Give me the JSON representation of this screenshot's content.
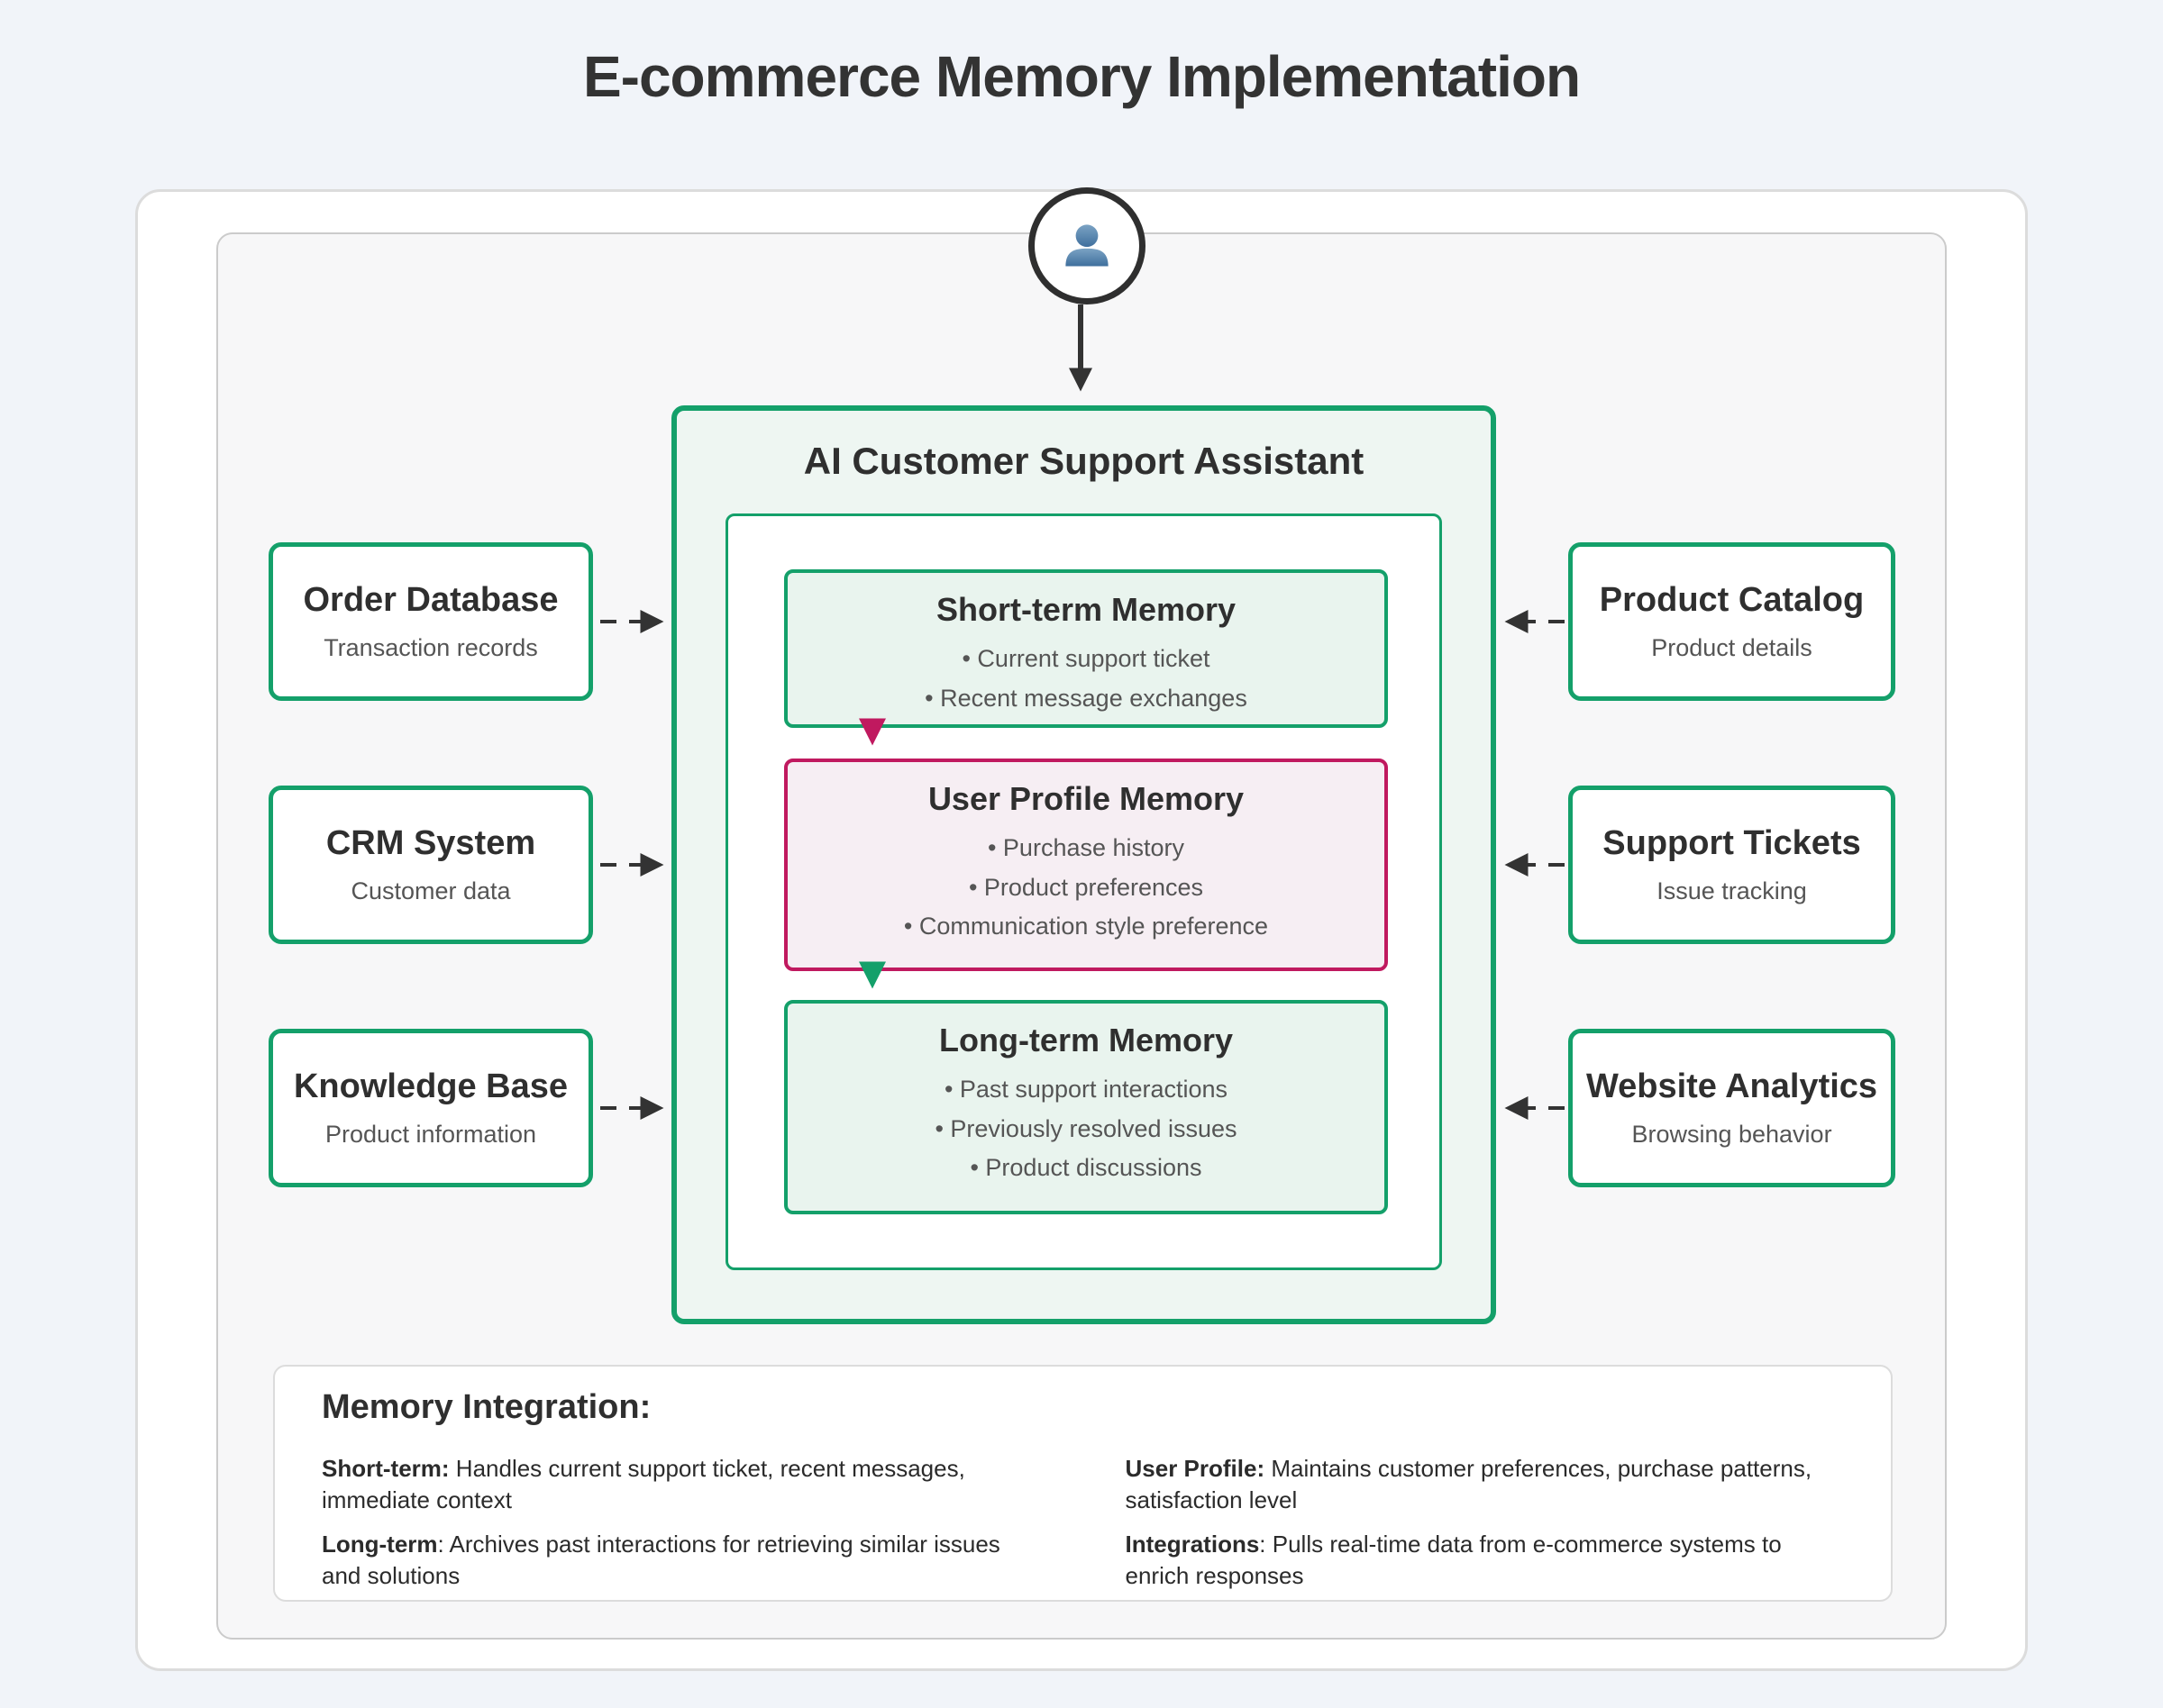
{
  "page": {
    "title": "E-commerce Memory Implementation"
  },
  "assistant": {
    "title": "AI Customer Support Assistant",
    "short_term": {
      "title": "Short-term Memory",
      "items": [
        "• Current support ticket",
        "• Recent message exchanges"
      ]
    },
    "user_profile": {
      "title": "User Profile Memory",
      "items": [
        "• Purchase history",
        "• Product preferences",
        "• Communication style preference"
      ]
    },
    "long_term": {
      "title": "Long-term Memory",
      "items": [
        "• Past support interactions",
        "• Previously resolved issues",
        "• Product discussions"
      ]
    }
  },
  "sources": {
    "left": [
      {
        "title": "Order Database",
        "subtitle": "Transaction records"
      },
      {
        "title": "CRM System",
        "subtitle": "Customer data"
      },
      {
        "title": "Knowledge Base",
        "subtitle": "Product information"
      }
    ],
    "right": [
      {
        "title": "Product Catalog",
        "subtitle": "Product details"
      },
      {
        "title": "Support Tickets",
        "subtitle": "Issue tracking"
      },
      {
        "title": "Website Analytics",
        "subtitle": "Browsing behavior"
      }
    ]
  },
  "integration": {
    "heading": "Memory Integration:",
    "notes": [
      {
        "lead": "Short-term:",
        "text": " Handles current support ticket, recent messages, immediate context"
      },
      {
        "lead": "User Profile:",
        "text": " Maintains customer preferences, purchase patterns, satisfaction level"
      },
      {
        "lead": "Long-term",
        "text": ": Archives past interactions for retrieving similar issues and solutions"
      },
      {
        "lead": "Integrations",
        "text": ": Pulls real-time data from e-commerce systems to enrich responses"
      }
    ]
  },
  "icons": {
    "user": "user-silhouette-icon"
  },
  "colors": {
    "green": "#14a06a",
    "green_fill": "#e9f4ee",
    "pink": "#c0195f",
    "pink_fill": "#f6eef3",
    "arrow": "#333333",
    "user_icon_blue": "#4e7ca6",
    "page_bg": "#f1f4f9"
  }
}
